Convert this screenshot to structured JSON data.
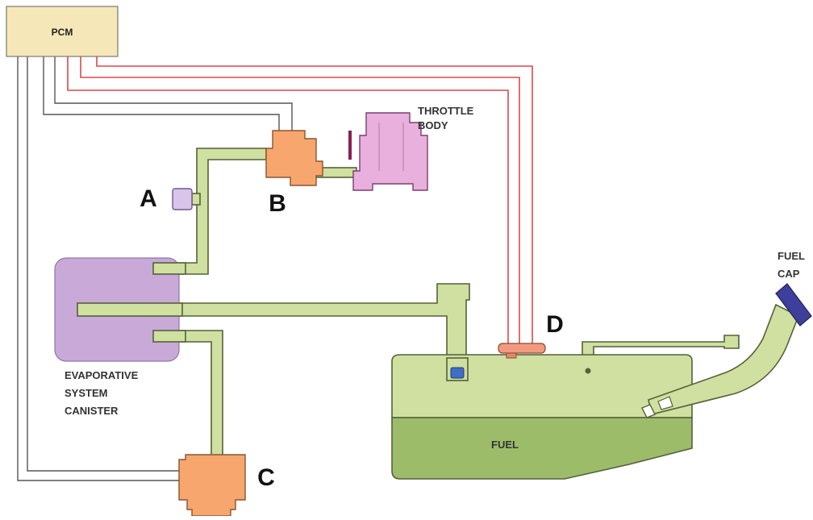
{
  "labels": {
    "pcm": "PCM",
    "throttle_body": [
      "THROTTLE",
      "BODY"
    ],
    "canister": [
      "EVAPORATIVE",
      "SYSTEM",
      "CANISTER"
    ],
    "fuel": "FUEL",
    "fuel_cap": [
      "FUEL",
      "CAP"
    ],
    "callout_a": "A",
    "callout_b": "B",
    "callout_c": "C",
    "callout_d": "D"
  },
  "colors": {
    "pcm": "#f6e7b8",
    "valve": "#f7a66e",
    "throttle": "#e9b0dd",
    "canister": "#c8a9d8",
    "hose": "#cfe0a0",
    "tank_vapor": "#cfe0a0",
    "tank_fuel": "#9cbc6a",
    "cap": "#3d3f9a",
    "red_wire": "#d94a4a"
  }
}
